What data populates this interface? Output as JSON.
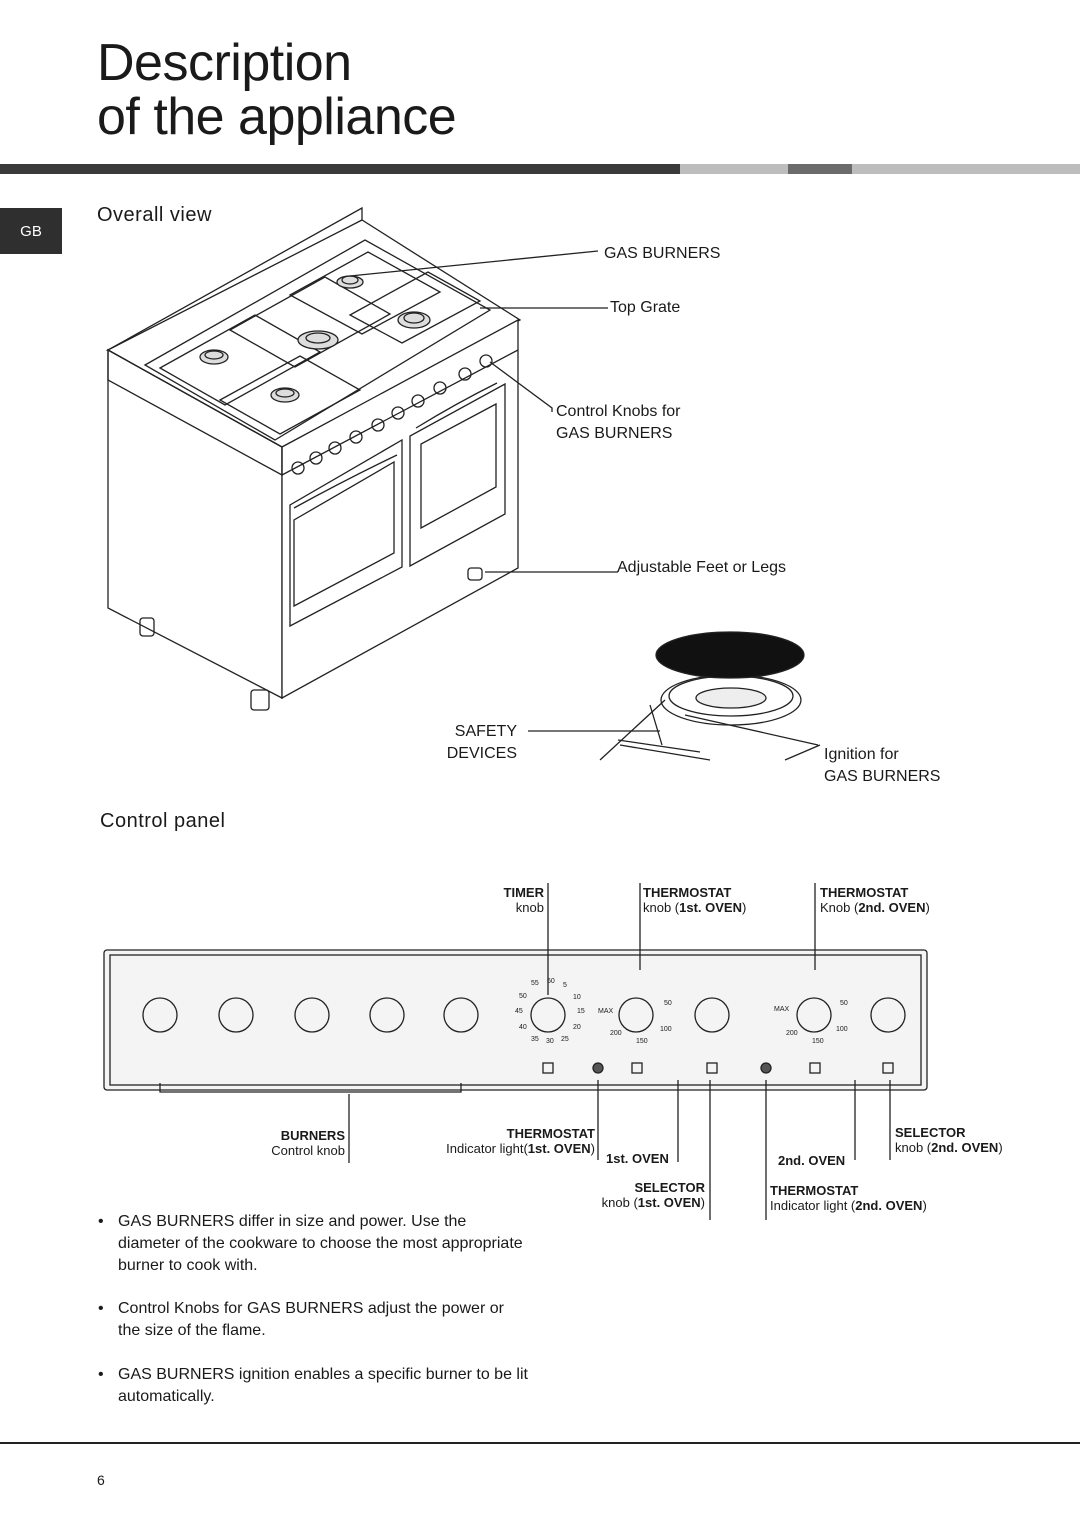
{
  "title": {
    "line1": "Description",
    "line2": "of the appliance"
  },
  "lang_tab": "GB",
  "overall": {
    "heading": "Overall view",
    "gas_burners": "GAS BURNERS",
    "top_grate": "Top Grate",
    "control_knobs_1": "Control Knobs for",
    "control_knobs_2": "GAS BURNERS",
    "feet": "Adjustable Feet or Legs",
    "safety_1": "SAFETY",
    "safety_2": "DEVICES",
    "ignition_1": "Ignition for",
    "ignition_2": "GAS BURNERS"
  },
  "control": {
    "heading": "Control panel",
    "timer": {
      "title": "TIMER",
      "sub": "knob"
    },
    "thermo1": {
      "title": "THERMOSTAT",
      "sub_a": "knob (",
      "sub_b": "1st. OVEN",
      "sub_c": ")"
    },
    "thermo2": {
      "title": "THERMOSTAT",
      "sub_a": "Knob (",
      "sub_b": "2nd. OVEN",
      "sub_c": ")"
    },
    "burners": {
      "title": "BURNERS",
      "sub": "Control knob"
    },
    "thermo_light1": {
      "title": "THERMOSTAT",
      "sub_a": "Indicator light(",
      "sub_b": "1st. OVEN",
      "sub_c": ")"
    },
    "oven1": "1st. OVEN",
    "oven2": "2nd. OVEN",
    "selector1": {
      "title": "SELECTOR",
      "sub_a": "knob (",
      "sub_b": "1st. OVEN",
      "sub_c": ")"
    },
    "thermo_light2": {
      "title": "THERMOSTAT",
      "sub_a": "Indicator light (",
      "sub_b": "2nd. OVEN",
      "sub_c": ")"
    },
    "selector2": {
      "title": "SELECTOR",
      "sub_a": "knob (",
      "sub_b": "2nd. OVEN",
      "sub_c": ")"
    },
    "timer_scale": [
      "55",
      "60",
      "5",
      "50",
      "10",
      "45",
      "15",
      "40",
      "20",
      "35",
      "30",
      "25"
    ],
    "thermo_scale": [
      "MAX",
      "50",
      "100",
      "150",
      "200"
    ]
  },
  "bullets": [
    "GAS BURNERS differ in size and power. Use the diameter of the cookware to choose the most appropriate burner to cook with.",
    "Control Knobs for GAS BURNERS adjust the power or the size of the flame.",
    "GAS BURNERS ignition enables a specific burner to be lit automatically."
  ],
  "page_number": "6",
  "colors": {
    "band_dark": "#3a3a3a",
    "band_light": "#bdbdbd",
    "band_mid": "#6b6b6b",
    "tab": "#2f2f2f"
  }
}
